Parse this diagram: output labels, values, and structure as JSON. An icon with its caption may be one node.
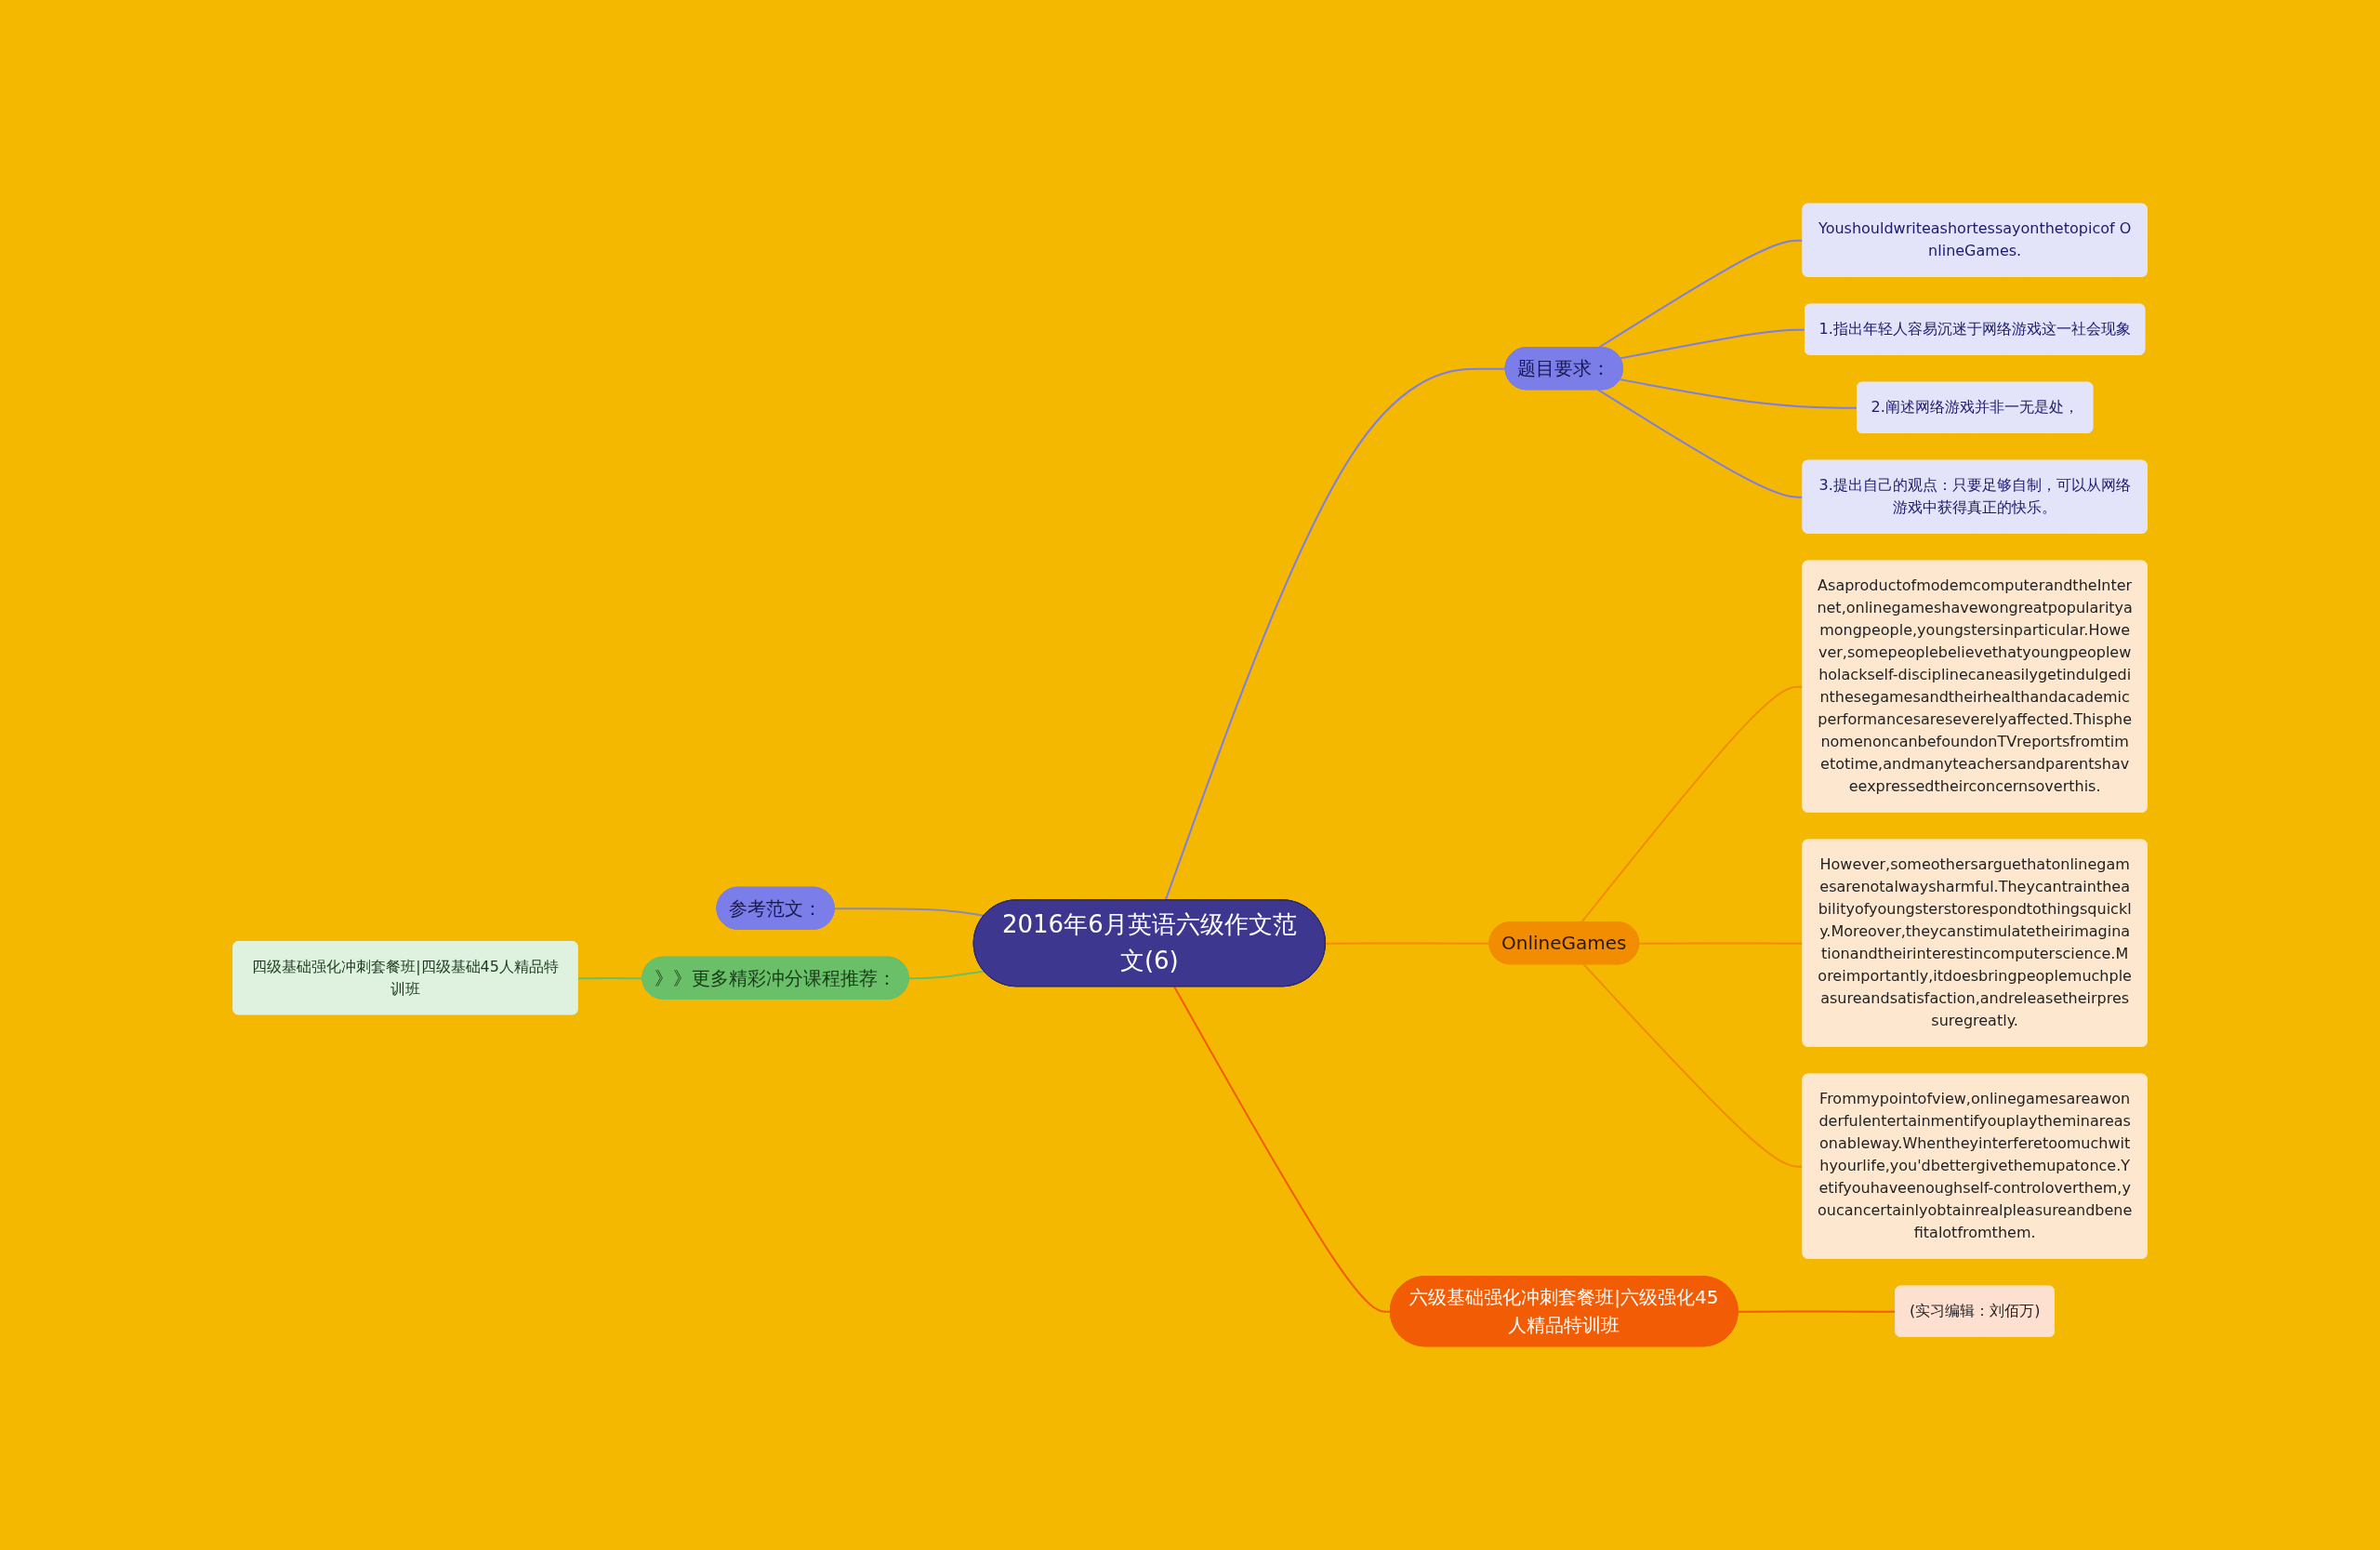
{
  "diagram": {
    "nodes": [
      {
        "text": [
          "2016年6月英语六级作文范文(6)"
        ]
      },
      {
        "text": [
          "题目要求："
        ]
      },
      {
        "text": [
          "Youshouldwriteashortessayonthetopicof OnlineGames."
        ]
      },
      {
        "text": [
          "1.指出年轻人容易沉迷于网络游戏这一社会现象"
        ]
      },
      {
        "text": [
          "2.阐述网络游戏并非一无是处，"
        ]
      },
      {
        "text": [
          "3.提出自己的观点：只要足够自制，可以从网络游戏中获得真正的快乐。"
        ]
      },
      {
        "text": [
          "OnlineGames"
        ]
      },
      {
        "text": [
          "AsaproductofmodemcomputerandtheInternet,onlinegameshavewongreatpopularityamongpeople,youngstersinparticular.However,somepeoplebelievethatyoungpeoplewholackself-disciplinecaneasilygetindulgedinthesegamesandtheirhealthandacademicperformancesareseverelyaffected.ThisphenomenoncanbefoundonTVreportsfromtimetotime,andmanyteachersandparentshaveexpressedtheirconcernsoverthis."
        ]
      },
      {
        "text": [
          "However,someothersarguethatonlinegamesarenotalwaysharmful.Theycantraintheabilityofyoungsterstorespondtothingsquickly.Moreover,theycanstimulatetheirimaginationandtheirinterestincomputerscience.Moreimportantly,itdoesbringpeoplemuchpleasureandsatisfaction,andreleasetheirpressuregreatly."
        ]
      },
      {
        "text": [
          "Frommypointofview,onlinegamesareawonderfulentertainmentifyouplaytheminareasonableway.Whentheyinterferetoomuchwithyourlife,you'dbettergivethemupatonce.Yetifyouhaveenoughself-controloverthem,youcancertainlyobtainrealpleasureandbenefitalotfromthem."
        ]
      },
      {
        "text": [
          "六级基础强化冲刺套餐班|六级强化45人精品特训班"
        ]
      },
      {
        "text": [
          "(实习编辑：刘佰万)"
        ]
      },
      {
        "text": [
          "参考范文："
        ]
      },
      {
        "text": [
          "》》更多精彩冲分课程推荐："
        ]
      },
      {
        "text": [
          "四级基础强化冲刺套餐班|四级基础45人精品特训班"
        ]
      }
    ],
    "edges": [
      {
        "from": 0,
        "to": 1,
        "arrow": "none",
        "color": "#7b7de8"
      },
      {
        "from": 1,
        "to": 2,
        "arrow": "none",
        "color": "#7b7de8"
      },
      {
        "from": 1,
        "to": 3,
        "arrow": "none",
        "color": "#7b7de8"
      },
      {
        "from": 1,
        "to": 4,
        "arrow": "none",
        "color": "#7b7de8"
      },
      {
        "from": 1,
        "to": 5,
        "arrow": "none",
        "color": "#7b7de8"
      },
      {
        "from": 0,
        "to": 6,
        "arrow": "none",
        "color": "#f28c00"
      },
      {
        "from": 6,
        "to": 7,
        "arrow": "none",
        "color": "#f28c00"
      },
      {
        "from": 6,
        "to": 8,
        "arrow": "none",
        "color": "#f28c00"
      },
      {
        "from": 6,
        "to": 9,
        "arrow": "none",
        "color": "#f28c00"
      },
      {
        "from": 0,
        "to": 10,
        "arrow": "none",
        "color": "#f25c05"
      },
      {
        "from": 10,
        "to": 11,
        "arrow": "none",
        "color": "#f25c05"
      },
      {
        "from": 12,
        "to": 0,
        "arrow": "none",
        "color": "#8a8ab8"
      },
      {
        "from": 13,
        "to": 0,
        "arrow": "none",
        "color": "#6abf69"
      },
      {
        "from": 14,
        "to": 13,
        "arrow": "none",
        "color": "#6abf69"
      }
    ]
  }
}
